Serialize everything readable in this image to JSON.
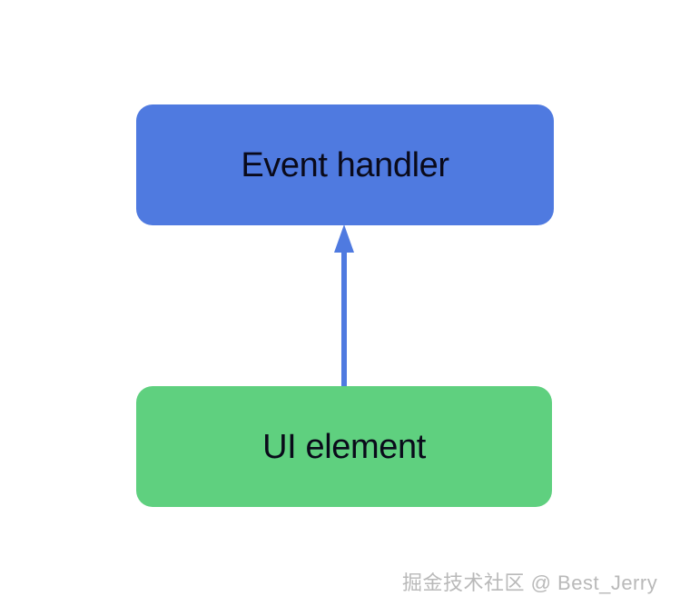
{
  "diagram": {
    "background_color": "#ffffff",
    "nodes": [
      {
        "id": "event-handler",
        "label": "Event handler",
        "color": "#4f7ae0",
        "text_color": "#0a0a1a"
      },
      {
        "id": "ui-element",
        "label": "UI element",
        "color": "#5fd07f",
        "text_color": "#0a0a1a"
      }
    ],
    "edges": [
      {
        "id": "ui-to-handler",
        "from": "ui-element",
        "to": "event-handler",
        "direction": "up",
        "arrowhead": "triangle",
        "color": "#4f7ae0"
      }
    ]
  },
  "watermark": {
    "text": "掘金技术社区 @ Best_Jerry",
    "color": "#b9b9b9"
  }
}
